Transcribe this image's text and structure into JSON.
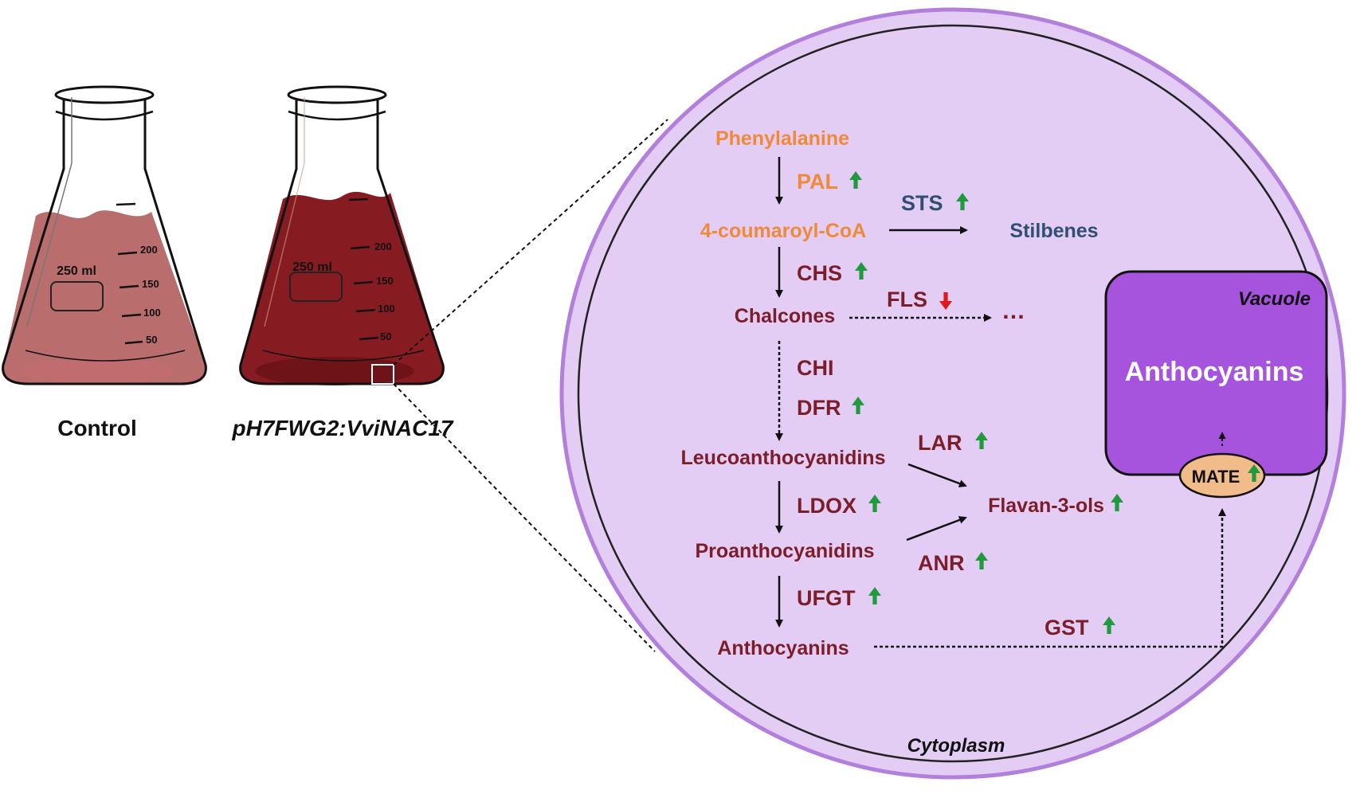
{
  "flasks": {
    "control": {
      "label": "Control",
      "volume": "250 ml",
      "marks": [
        "200",
        "150",
        "100",
        "50"
      ],
      "liquid_color": "#b96d6d",
      "sediment_color": "#c46e72"
    },
    "transgenic": {
      "label": "pH7FWG2:VviNAC17",
      "volume": "250 ml",
      "marks": [
        "200",
        "150",
        "100",
        "50"
      ],
      "liquid_color": "#861c22",
      "sediment_color": "#6a1318"
    }
  },
  "cell": {
    "compartments": {
      "cytoplasm": "Cytoplasm",
      "vacuole": "Vacuole"
    },
    "vacuole_content": "Anthocyanins",
    "transporter": "MATE",
    "metabolites": {
      "phenylalanine": "Phenylalanine",
      "coumaroyl_coa": "4-coumaroyl-CoA",
      "stilbenes": "Stilbenes",
      "chalcones": "Chalcones",
      "leucoanthocyanidins": "Leucoanthocyanidins",
      "flavan_3_ols": "Flavan-3-ols",
      "proanthocyanidins": "Proanthocyanidins",
      "anthocyanins": "Anthocyanins",
      "ellipsis": "…"
    },
    "enzymes": {
      "pal": "PAL",
      "sts": "STS",
      "chs": "CHS",
      "fls": "FLS",
      "chi": "CHI",
      "dfr": "DFR",
      "lar": "LAR",
      "ldox": "LDOX",
      "anr": "ANR",
      "ufgt": "UFGT",
      "gst": "GST"
    },
    "regulation": {
      "pal": "up",
      "sts": "up",
      "chs": "up",
      "fls": "down",
      "dfr": "up",
      "lar": "up",
      "ldox": "up",
      "anr": "up",
      "ufgt": "up",
      "gst": "up",
      "mate": "up",
      "flavan_3_ols": "up"
    }
  },
  "colors": {
    "orange": "#ee8a3a",
    "blue": "#2f4f73",
    "maroon": "#7c1d2a",
    "up_arrow": "#1f9a3c",
    "down_arrow": "#e01818",
    "cell_fill": "#e4cdf5",
    "cell_border": "#b27fdc",
    "vacuole": "#a653de",
    "mate": "#f2bc8a"
  }
}
